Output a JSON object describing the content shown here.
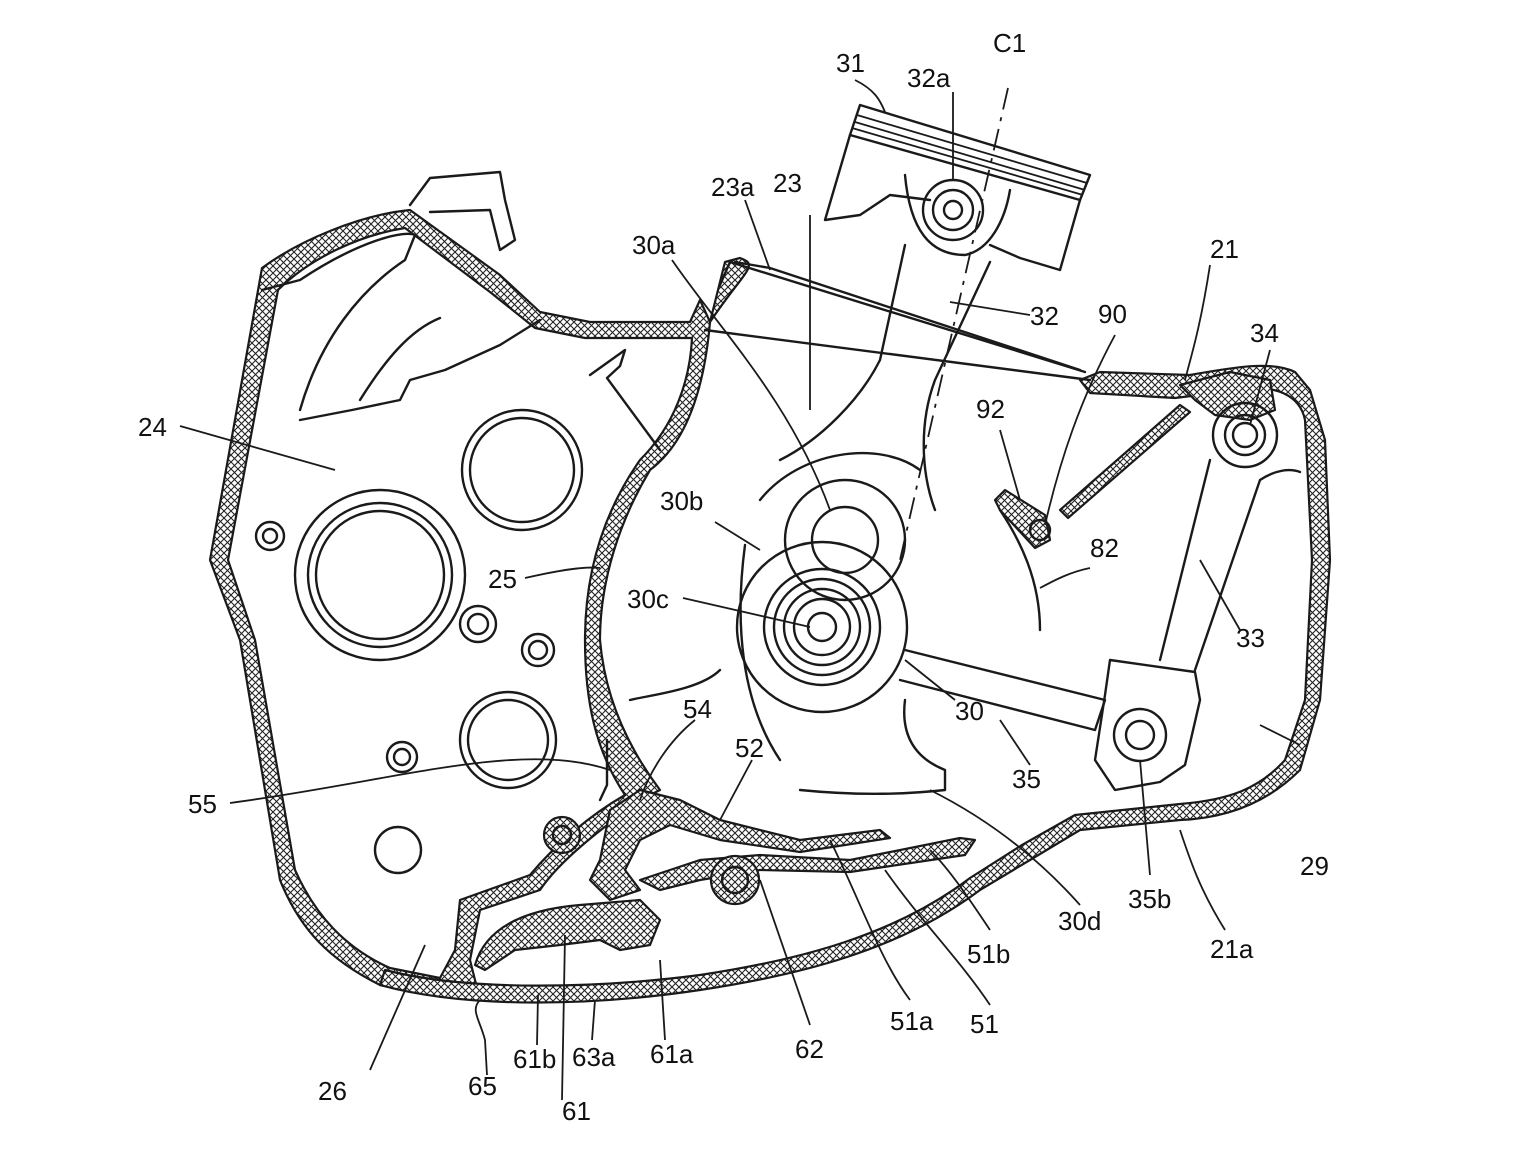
{
  "figure": {
    "title": "Engine crankcase cross-section (patent drawing)",
    "labels": {
      "C1": "C1",
      "l31": "31",
      "l32a": "32a",
      "l23a": "23a",
      "l23": "23",
      "l30a": "30a",
      "l32": "32",
      "l21": "21",
      "l90": "90",
      "l34": "34",
      "l92": "92",
      "l24": "24",
      "l30b": "30b",
      "l82": "82",
      "l25": "25",
      "l30c": "30c",
      "l33": "33",
      "l30": "30",
      "l54": "54",
      "l52": "52",
      "l35": "35",
      "l55": "55",
      "l29": "29",
      "l35b": "35b",
      "l30d": "30d",
      "l51b": "51b",
      "l21a": "21a",
      "l26": "26",
      "l62": "62",
      "l51a": "51a",
      "l51": "51",
      "l65": "65",
      "l61b": "61b",
      "l63a": "63a",
      "l61a": "61a",
      "l61": "61"
    }
  }
}
